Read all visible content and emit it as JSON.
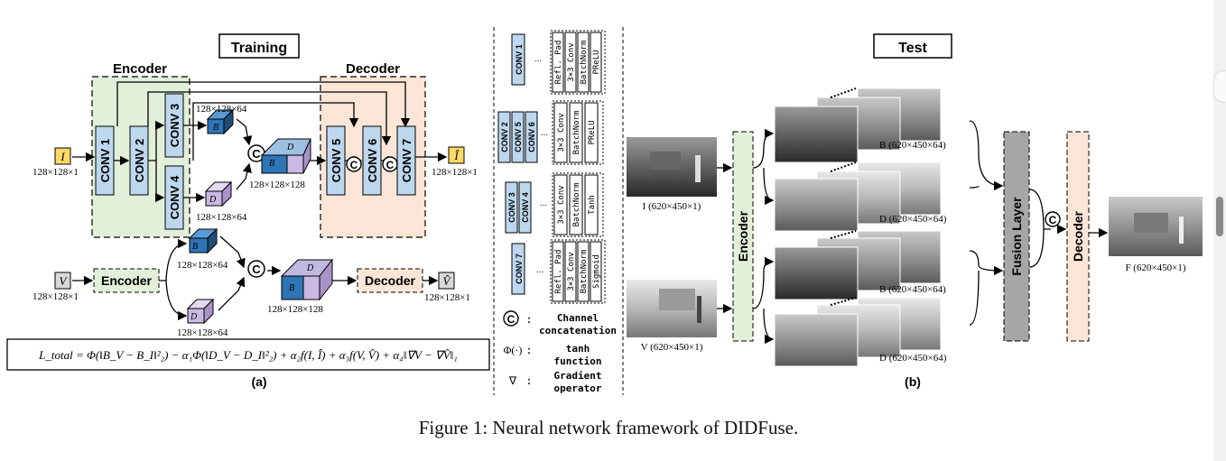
{
  "colors": {
    "encoder_fill": "#e2f0d9",
    "decoder_fill": "#fbe5d6",
    "conv_fill": "#bdd7ee",
    "fusion_fill": "#a6a6a6",
    "cube_blue": "#2e75b6",
    "cube_purple": "#c9b9e3",
    "io_yellow": "#ffd966",
    "io_gray": "#d9d9d9"
  },
  "panel_a": {
    "title": "Training",
    "encoder_label": "Encoder",
    "decoder_label": "Decoder",
    "convs": [
      "CONV 1",
      "CONV 2",
      "CONV 3",
      "CONV 4",
      "CONV 5",
      "CONV 6",
      "CONV 7"
    ],
    "input_symbol": "I",
    "output_symbol": "Î",
    "in_size": "128×128×1",
    "out_size": "128×128×1",
    "b_label": "B",
    "d_label": "D",
    "bi_label": "B",
    "di_label": "D",
    "b_size": "128×128×64",
    "d_size": "128×128×64",
    "concat_size": "128×128×128",
    "v_symbol": "V",
    "v_hat_symbol": "V̂",
    "v_in_size": "128×128×1",
    "v_out_size": "128×128×1",
    "v_encoder": "Encoder",
    "v_decoder": "Decoder",
    "bv_size": "128×128×64",
    "dv_size": "128×128×64",
    "v_concat_size": "128×128×128",
    "loss_formula": "L_total = Φ(‖B_V − B_I‖²₂) − α₁Φ(‖D_V − D_I‖²₂) + α₂f(I, Î) + α₃f(V, V̂) + α₄‖∇V − ∇V̂‖₁",
    "sublabel": "(a)",
    "concat_symbol": "C"
  },
  "legend": {
    "groups": [
      {
        "names": [
          "CONV 1"
        ],
        "layers": [
          "Refl. Pad",
          "3×3 Conv",
          "BatchNorm",
          "PReLU"
        ]
      },
      {
        "names": [
          "CONV 2",
          "CONV 5",
          "CONV 6"
        ],
        "layers": [
          "3×3 Conv",
          "BatchNorm",
          "PReLU"
        ]
      },
      {
        "names": [
          "CONV 3",
          "CONV 4"
        ],
        "layers": [
          "3×3 Conv",
          "BatchNorm",
          "Tanh"
        ]
      },
      {
        "names": [
          "CONV 7"
        ],
        "layers": [
          "Refl. Pad",
          "3×3 Conv",
          "BatchNorm",
          "Sigmoid"
        ]
      }
    ],
    "dots": "...",
    "items": [
      {
        "symbol": "C",
        "colon": ":",
        "text": [
          "Channel",
          "concatenation"
        ]
      },
      {
        "symbol": "Φ(·)",
        "colon": ":",
        "text": [
          "tanh",
          "function"
        ]
      },
      {
        "symbol": "∇",
        "colon": ":",
        "text": [
          "Gradient",
          "operator"
        ]
      }
    ]
  },
  "panel_b": {
    "title": "Test",
    "encoder_label": "Encoder",
    "fusion_label": "Fusion Layer",
    "decoder_label": "Decoder",
    "input_i_label": "I (620×450×1)",
    "input_v_label": "V (620×450×1)",
    "bi_label": "B (620×450×64)",
    "di_label": "D (620×450×64)",
    "bv_label": "B (620×450×64)",
    "dv_label": "D (620×450×64)",
    "output_label": "F (620×450×1)",
    "sublabel": "(b)",
    "concat_symbol": "C"
  },
  "caption": "Figure 1: Neural network framework of DIDFuse."
}
